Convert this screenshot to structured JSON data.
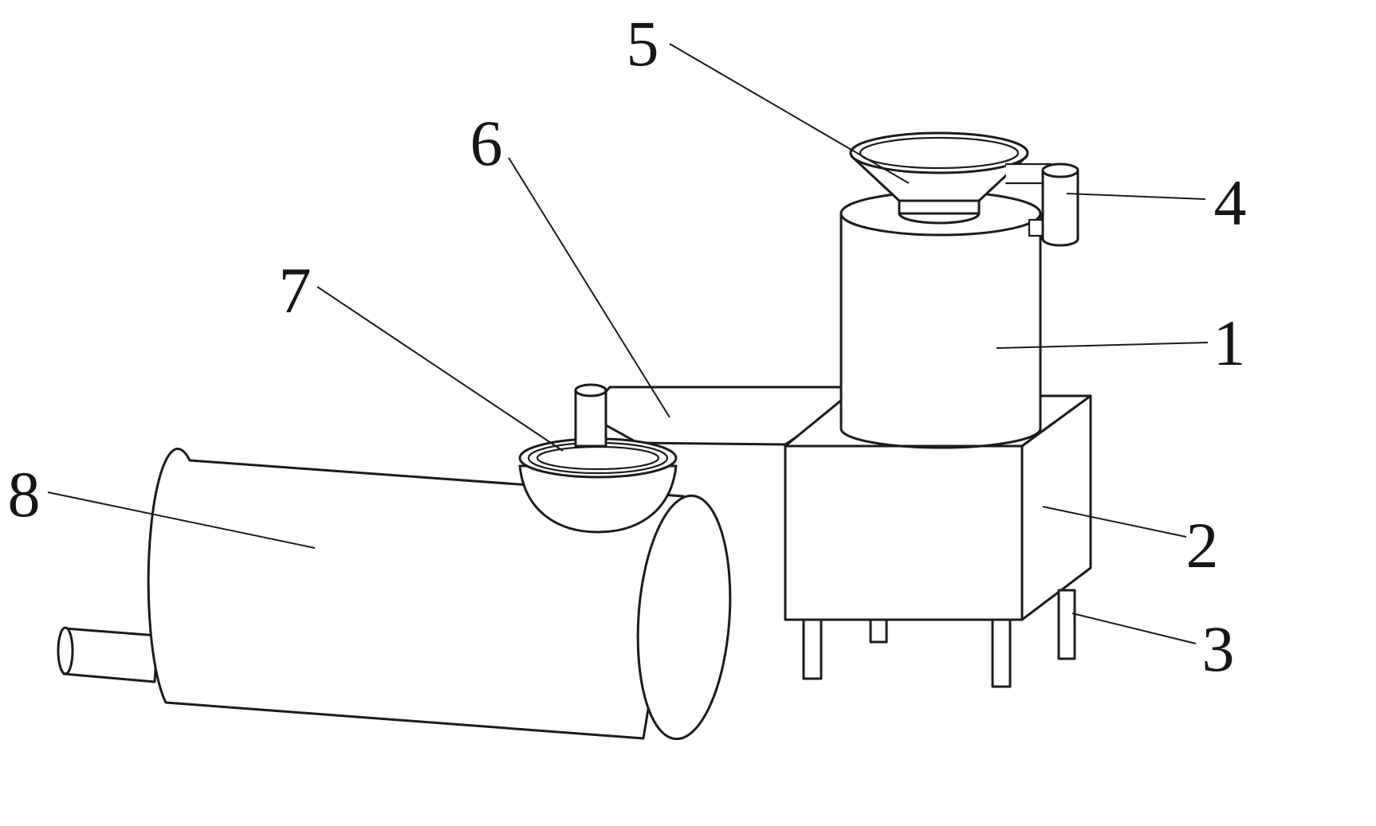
{
  "page": {
    "background_color": "#ffffff"
  },
  "drawing": {
    "type": "patent-style line drawing of feeding apparatus",
    "stroke_color": "#1c1c1c",
    "labels": {
      "part1": "1",
      "part2": "2",
      "part3": "3",
      "part4": "4",
      "part5": "5",
      "part6": "6",
      "part7": "7",
      "part8": "8"
    }
  }
}
